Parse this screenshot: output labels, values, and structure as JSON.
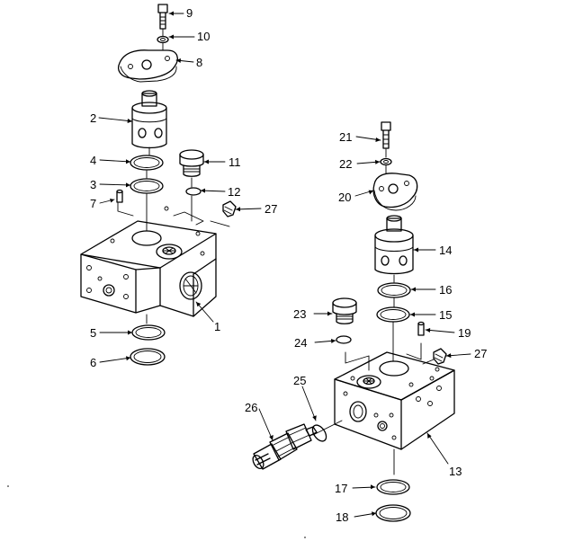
{
  "labels": {
    "p1": "1",
    "p2": "2",
    "p3": "3",
    "p4": "4",
    "p5": "5",
    "p6": "6",
    "p7": "7",
    "p8": "8",
    "p9": "9",
    "p10": "10",
    "p11": "11",
    "p12": "12",
    "p13": "13",
    "p14": "14",
    "p15": "15",
    "p16": "16",
    "p17": "17",
    "p18": "18",
    "p19": "19",
    "p20": "20",
    "p21": "21",
    "p22": "22",
    "p23": "23",
    "p24": "24",
    "p25": "25",
    "p26": "26",
    "p27a": "27",
    "p27b": "27"
  }
}
